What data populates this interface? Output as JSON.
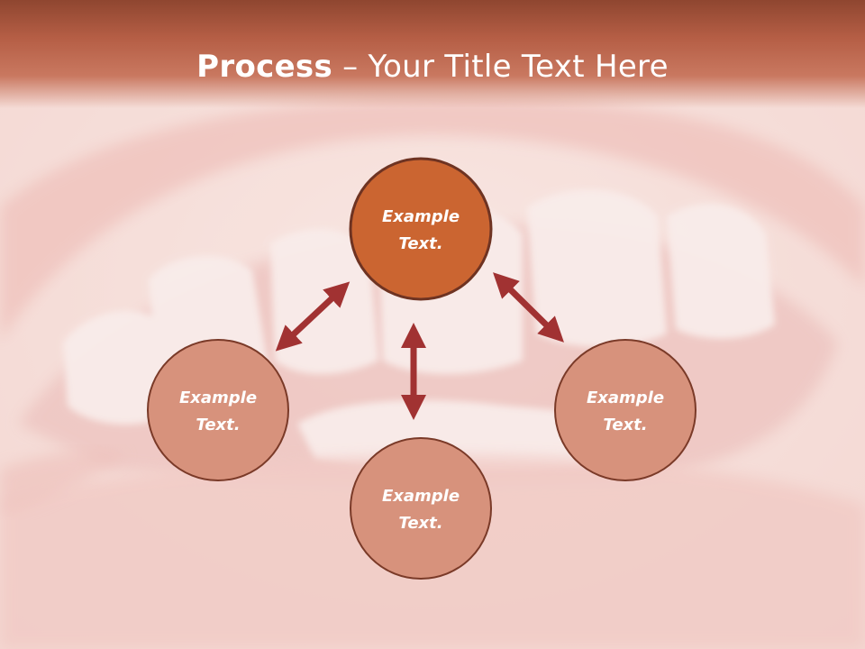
{
  "title": {
    "bold": "Process",
    "separator": " – ",
    "rest": "Your Title Text Here"
  },
  "nodes": [
    {
      "id": "top",
      "line1": "Example",
      "line2": "Text."
    },
    {
      "id": "left",
      "line1": "Example",
      "line2": "Text."
    },
    {
      "id": "bottom",
      "line1": "Example",
      "line2": "Text."
    },
    {
      "id": "right",
      "line1": "Example",
      "line2": "Text."
    }
  ],
  "colors": {
    "title_bar": "#a8543b",
    "top_node_fill": "#cb6531",
    "node_fill": "#d7927c",
    "node_stroke": "#7a3a28",
    "arrow": "#a13232"
  }
}
